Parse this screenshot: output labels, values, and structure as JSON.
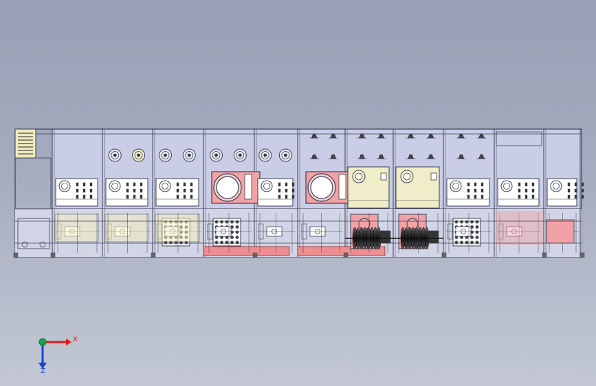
{
  "app": {
    "view": "cad-front-view"
  },
  "colors": {
    "frame_line": "#3a3f52",
    "panel_fill": "#c9cde6",
    "pink": "#f2a2a6",
    "pink_strong": "#ee8e90",
    "cream": "#efeec8",
    "white": "#ffffff",
    "axis_x": "#e01818",
    "axis_y": "#15a84a",
    "axis_z": "#1c3fd6"
  },
  "machine": {
    "module_count": 11,
    "pink_washers": [
      3,
      5
    ],
    "cream_modules": [
      6,
      7
    ],
    "drum_modules": [
      6,
      7
    ],
    "tray_modules": [
      2,
      3,
      8
    ],
    "fan_modules": [
      1,
      2,
      3,
      4
    ],
    "nozzle_modules": [
      5,
      6,
      7,
      8
    ]
  },
  "triad": {
    "x_label": "X",
    "z_label": "Z",
    "icons": [
      "axis-triad-icon"
    ]
  }
}
